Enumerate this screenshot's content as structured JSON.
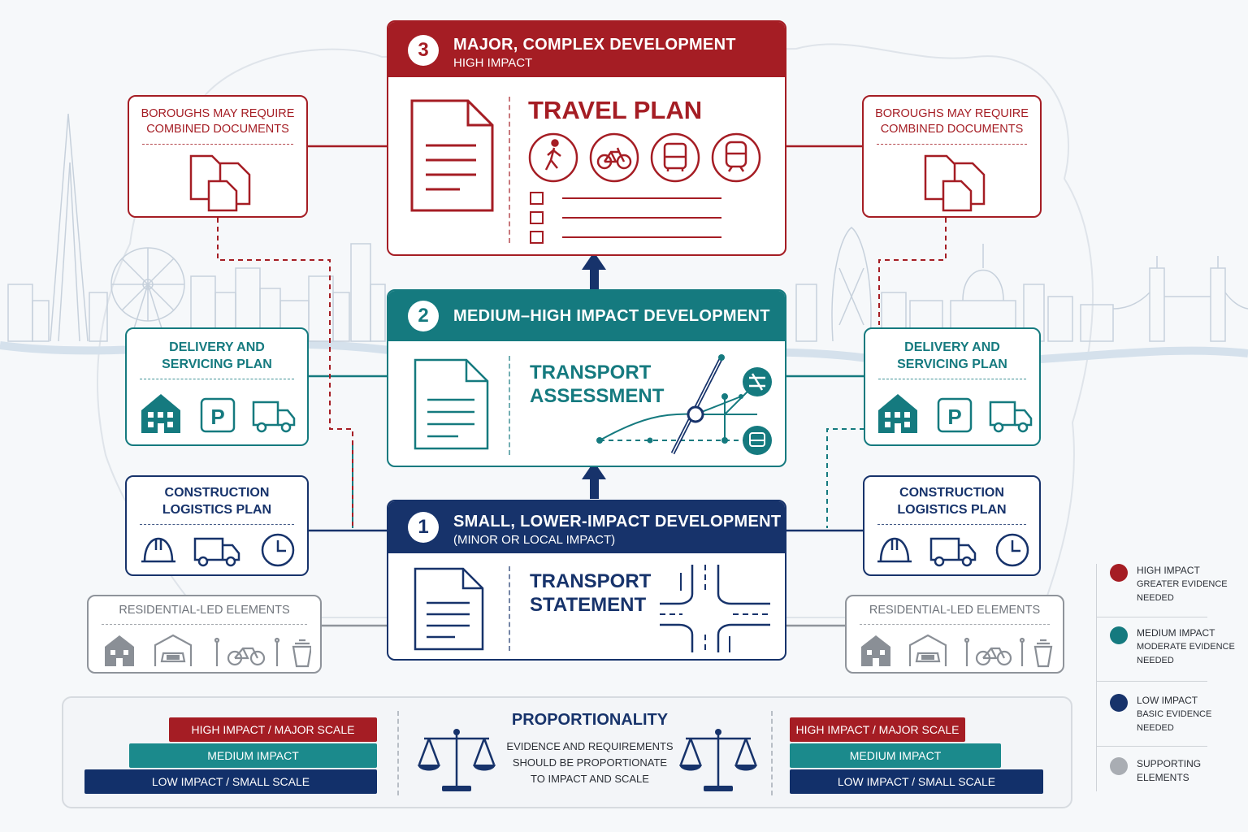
{
  "tier3": {
    "number": "3",
    "title": "MAJOR, COMPLEX DEVELOPMENT",
    "subtitle": "HIGH IMPACT",
    "document": "TRAVEL PLAN"
  },
  "tier2": {
    "number": "2",
    "title": "MEDIUM–HIGH IMPACT DEVELOPMENT",
    "document_line1": "TRANSPORT",
    "document_line2": "ASSESSMENT"
  },
  "tier1": {
    "number": "1",
    "title": "SMALL, LOWER-IMPACT DEVELOPMENT",
    "subtitle": "(MINOR OR LOCAL IMPACT)",
    "document_line1": "TRANSPORT",
    "document_line2": "STATEMENT"
  },
  "side_boxes": {
    "combined_line1": "BOROUGHS MAY REQUIRE",
    "combined_line2": "COMBINED DOCUMENTS",
    "delivery_line1": "DELIVERY AND",
    "delivery_line2": "SERVICING PLAN",
    "construction_line1": "CONSTRUCTION",
    "construction_line2": "LOGISTICS PLAN",
    "residential": "RESIDENTIAL-LED ELEMENTS"
  },
  "proportionality": {
    "title": "PROPORTIONALITY",
    "text_line1": "EVIDENCE AND REQUIREMENTS",
    "text_line2": "SHOULD BE PROPORTIONATE",
    "text_line3": "TO IMPACT AND SCALE",
    "bar_high": "HIGH IMPACT / MAJOR SCALE",
    "bar_medium": "MEDIUM IMPACT",
    "bar_low": "LOW IMPACT / SMALL SCALE"
  },
  "legend": [
    {
      "title": "HIGH IMPACT",
      "line2": "GREATER EVIDENCE",
      "line3": "NEEDED",
      "color": "#a51d24"
    },
    {
      "title": "MEDIUM IMPACT",
      "line2": "MODERATE EVIDENCE",
      "line3": "NEEDED",
      "color": "#157a7f"
    },
    {
      "title": "LOW IMPACT",
      "line2": "BASIC EVIDENCE",
      "line3": "NEEDED",
      "color": "#17336b"
    },
    {
      "title": "SUPPORTING",
      "line2": "ELEMENTS",
      "line3": "",
      "color": "#a9adb3"
    }
  ],
  "icons": [
    "walking-person-icon",
    "bicycle-icon",
    "bus-icon",
    "train-icon",
    "building-icon",
    "parking-icon",
    "delivery-van-icon",
    "hard-hat-icon",
    "lorry-icon",
    "clock-icon",
    "house-icon",
    "garage-car-icon",
    "bike-stand-icon",
    "bin-icon",
    "document-icon",
    "copy-documents-icon",
    "checklist-icon",
    "scales-icon",
    "rail-icon",
    "junction-icon"
  ]
}
